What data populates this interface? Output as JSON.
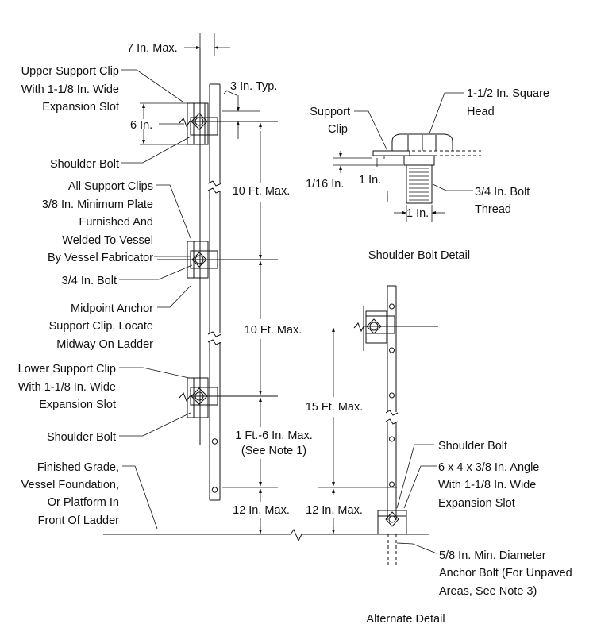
{
  "labels": {
    "max_7in": "7 In. Max.",
    "upper_clip_1": "Upper Support Clip",
    "upper_clip_2": "With 1-1/8 In. Wide",
    "upper_clip_3": "Expansion Slot",
    "typ_3in": "3 In. Typ.",
    "dim_6in": "6 In.",
    "shoulder_bolt_upper": "Shoulder Bolt",
    "all_clips_1": "All Support Clips",
    "all_clips_2": "3/8 In. Minimum Plate",
    "all_clips_3": "Furnished And",
    "all_clips_4": "Welded To Vessel",
    "all_clips_5": "By Vessel Fabricator",
    "bolt_34": "3/4 In. Bolt",
    "midpoint_1": "Midpoint Anchor",
    "midpoint_2": "Support Clip, Locate",
    "midpoint_3": "Midway On Ladder",
    "lower_clip_1": "Lower Support Clip",
    "lower_clip_2": "With 1-1/8 In. Wide",
    "lower_clip_3": "Expansion Slot",
    "shoulder_bolt_lower": "Shoulder Bolt",
    "grade_1": "Finished Grade,",
    "grade_2": "Vessel Foundation,",
    "grade_3": "Or Platform In",
    "grade_4": "Front Of Ladder",
    "ten_ft_1": "10 Ft. Max.",
    "ten_ft_2": "10 Ft. Max.",
    "one_ft_six_1": "1 Ft.-6 In. Max.",
    "one_ft_six_2": "(See Note 1)",
    "twelve_in_left": "12 In. Max.",
    "fifteen_ft": "15 Ft. Max.",
    "twelve_in_right": "12 In. Max.",
    "alt_shoulder_bolt": "Shoulder Bolt",
    "angle_1": "6 x 4 x 3/8 In. Angle",
    "angle_2": "With 1-1/8 In. Wide",
    "angle_3": "Expansion Slot",
    "anchor_1": "5/8 In. Min. Diameter",
    "anchor_2": "Anchor Bolt (For Unpaved",
    "anchor_3": "Areas, See Note 3)",
    "alt_title": "Alternate Detail",
    "sb_support_1": "Support",
    "sb_support_2": "Clip",
    "sb_head_1": "1-1/2 In. Square",
    "sb_head_2": "Head",
    "sb_1_16": "1/16 In.",
    "sb_1in_v": "1 In.",
    "sb_thread_1": "3/4 In. Bolt",
    "sb_thread_2": "Thread",
    "sb_1in_h": "1 In.",
    "sb_title": "Shoulder Bolt Detail"
  }
}
